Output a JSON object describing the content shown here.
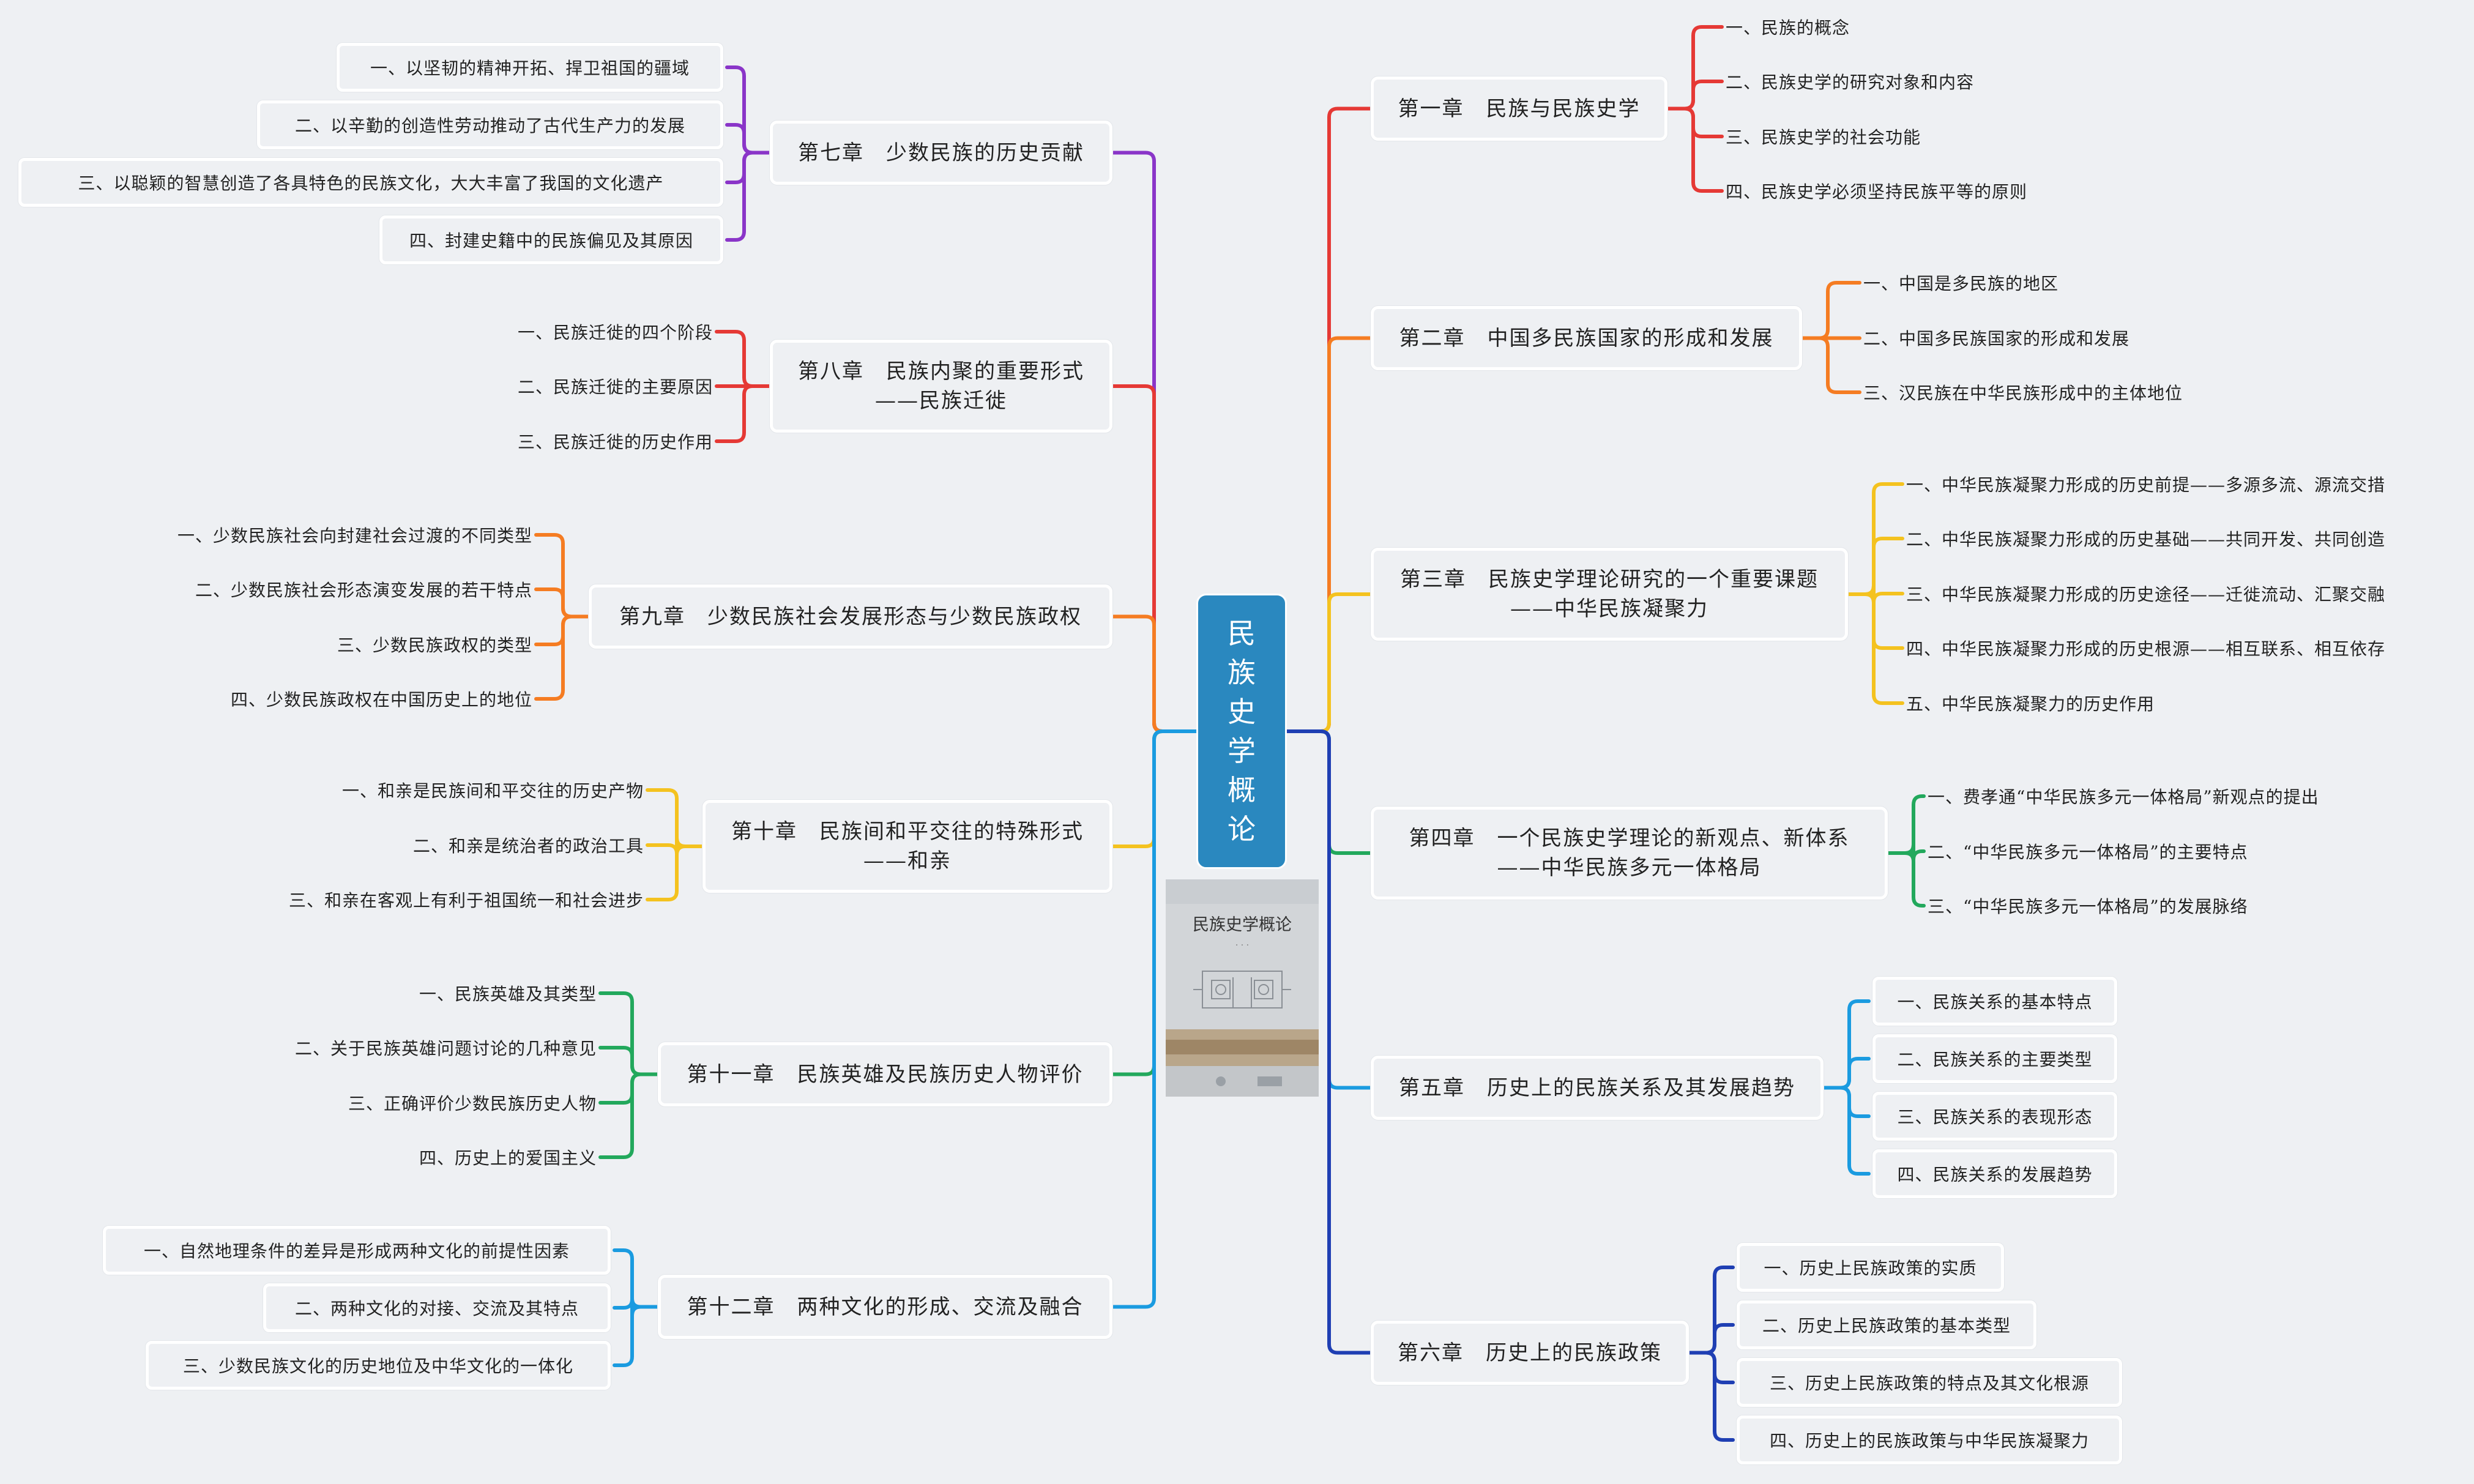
{
  "colors": {
    "background": "#eef0f3",
    "center": "#2a88bf",
    "red": "#e53935",
    "orange": "#f57c22",
    "yellow": "#f4c21f",
    "green": "#22a85c",
    "lightblue": "#1a9be0",
    "navy": "#1f3fb3",
    "purple": "#8a35c8"
  },
  "center": {
    "title_chars": [
      "民",
      "族",
      "史",
      "学",
      "概",
      "论"
    ]
  },
  "cover": {
    "title": "民族史学概论",
    "icon": "book-cover-image"
  },
  "right": [
    {
      "label": "第一章　民族与民族史学",
      "color": "red",
      "items": [
        "一、民族的概念",
        "二、民族史学的研究对象和内容",
        "三、民族史学的社会功能",
        "四、民族史学必须坚持民族平等的原则"
      ]
    },
    {
      "label": "第二章　中国多民族国家的形成和发展",
      "color": "orange",
      "items": [
        "一、中国是多民族的地区",
        "二、中国多民族国家的形成和发展",
        "三、汉民族在中华民族形成中的主体地位"
      ]
    },
    {
      "label": "第三章　民族史学理论研究的一个重要课题\n——中华民族凝聚力",
      "color": "yellow",
      "items": [
        "一、中华民族凝聚力形成的历史前提——多源多流、源流交措",
        "二、中华民族凝聚力形成的历史基础——共同开发、共同创造",
        "三、中华民族凝聚力形成的历史途径——迁徙流动、汇聚交融",
        "四、中华民族凝聚力形成的历史根源——相互联系、相互依存",
        "五、中华民族凝聚力的历史作用"
      ]
    },
    {
      "label": "第四章　一个民族史学理论的新观点、新体系\n——中华民族多元一体格局",
      "color": "green",
      "items": [
        "一、费孝通“中华民族多元一体格局”新观点的提出",
        "二、“中华民族多元一体格局”的主要特点",
        "三、“中华民族多元一体格局”的发展脉络"
      ]
    },
    {
      "label": "第五章　历史上的民族关系及其发展趋势",
      "color": "lightblue",
      "items": [
        "一、民族关系的基本特点",
        "二、民族关系的主要类型",
        "三、民族关系的表现形态",
        "四、民族关系的发展趋势"
      ]
    },
    {
      "label": "第六章　历史上的民族政策",
      "color": "navy",
      "items": [
        "一、历史上民族政策的实质",
        "二、历史上民族政策的基本类型",
        "三、历史上民族政策的特点及其文化根源",
        "四、历史上的民族政策与中华民族凝聚力"
      ]
    }
  ],
  "left": [
    {
      "label": "第七章　少数民族的历史贡献",
      "color": "purple",
      "items": [
        "一、以坚韧的精神开拓、捍卫祖国的疆域",
        "二、以辛勤的创造性劳动推动了古代生产力的发展",
        "三、以聪颖的智慧创造了各具特色的民族文化，大大丰富了我国的文化遗产",
        "四、封建史籍中的民族偏见及其原因"
      ]
    },
    {
      "label": "第八章　民族内聚的重要形式\n——民族迁徙",
      "color": "red",
      "items": [
        "一、民族迁徙的四个阶段",
        "二、民族迁徙的主要原因",
        "三、民族迁徙的历史作用"
      ]
    },
    {
      "label": "第九章　少数民族社会发展形态与少数民族政权",
      "color": "orange",
      "items": [
        "一、少数民族社会向封建社会过渡的不同类型",
        "二、少数民族社会形态演变发展的若干特点",
        "三、少数民族政权的类型",
        "四、少数民族政权在中国历史上的地位"
      ]
    },
    {
      "label": "第十章　民族间和平交往的特殊形式\n——和亲",
      "color": "yellow",
      "items": [
        "一、和亲是民族间和平交往的历史产物",
        "二、和亲是统治者的政治工具",
        "三、和亲在客观上有利于祖国统一和社会进步"
      ]
    },
    {
      "label": "第十一章　民族英雄及民族历史人物评价",
      "color": "green",
      "items": [
        "一、民族英雄及其类型",
        "二、关于民族英雄问题讨论的几种意见",
        "三、正确评价少数民族历史人物",
        "四、历史上的爱国主义"
      ]
    },
    {
      "label": "第十二章　两种文化的形成、交流及融合",
      "color": "lightblue",
      "items": [
        "一、自然地理条件的差异是形成两种文化的前提性因素",
        "二、两种文化的对接、交流及其特点",
        "三、少数民族文化的历史地位及中华文化的一体化"
      ]
    }
  ]
}
